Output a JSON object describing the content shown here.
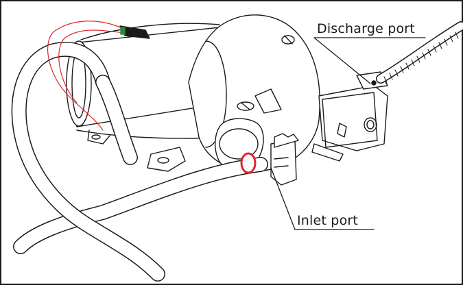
{
  "labels": {
    "discharge_port": "Discharge port",
    "inlet_port": "Inlet port"
  },
  "colors": {
    "line": "#1a1a1a",
    "wire_red": "#e0252b",
    "connector_green": "#2a8a3a",
    "background": "#ffffff"
  },
  "icons": {
    "pump": "pump-illustration",
    "hose": "corrugated-hose"
  }
}
